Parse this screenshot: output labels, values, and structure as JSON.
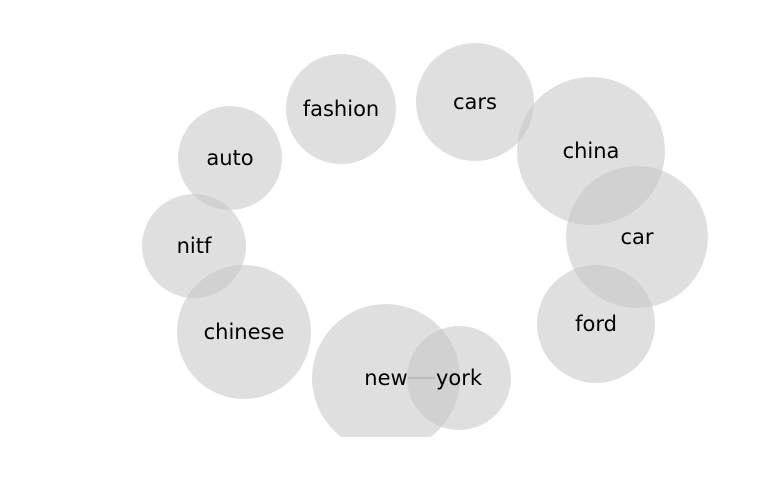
{
  "diagram": {
    "colors": {
      "node_fill": "#c4c4c4",
      "edge": "#999999",
      "label": "#000000",
      "background": "#ffffff"
    },
    "nodes": [
      {
        "id": "fashion",
        "label": "fashion"
      },
      {
        "id": "cars",
        "label": "cars"
      },
      {
        "id": "china",
        "label": "china"
      },
      {
        "id": "auto",
        "label": "auto"
      },
      {
        "id": "car",
        "label": "car"
      },
      {
        "id": "nitf",
        "label": "nitf"
      },
      {
        "id": "ford",
        "label": "ford"
      },
      {
        "id": "chinese",
        "label": "chinese"
      },
      {
        "id": "new",
        "label": "new"
      },
      {
        "id": "york",
        "label": "york"
      }
    ],
    "edges": [
      {
        "source": "new",
        "target": "york"
      }
    ]
  }
}
